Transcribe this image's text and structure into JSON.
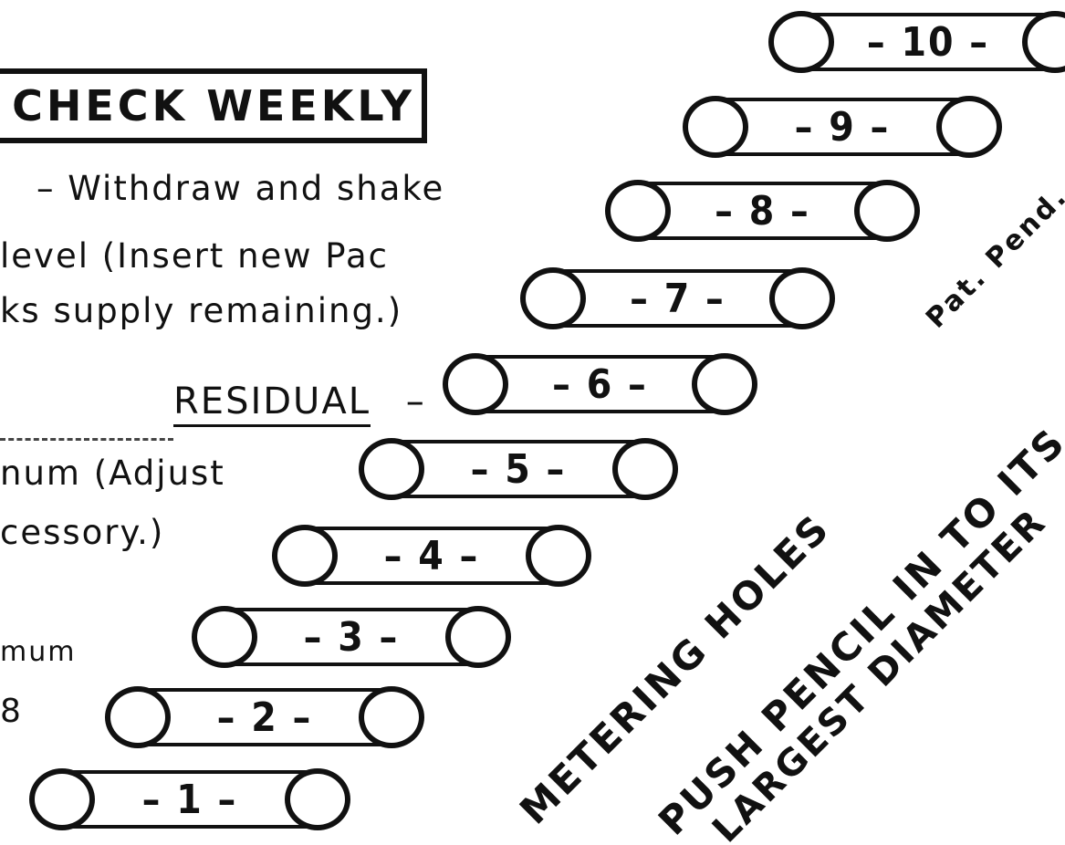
{
  "header": {
    "title": "CHECK WEEKLY"
  },
  "instructions": {
    "line1": "– Withdraw and shake",
    "line2": "level (Insert new Pac",
    "line3": "ks supply remaining.)",
    "residual_title": "RESIDUAL",
    "residual_dash": "–",
    "line4": "num (Adjust",
    "line5": "cessory.)",
    "line6": "mum",
    "line7": "8"
  },
  "metering_holes": [
    {
      "label": "– 1 –"
    },
    {
      "label": "– 2 –"
    },
    {
      "label": "– 3 –"
    },
    {
      "label": "– 4 –"
    },
    {
      "label": "– 5 –"
    },
    {
      "label": "– 6 –"
    },
    {
      "label": "– 7 –"
    },
    {
      "label": "– 8 –"
    },
    {
      "label": "– 9 –"
    },
    {
      "label": "– 10 –"
    }
  ],
  "labels": {
    "metering": "METERING HOLES",
    "push_line1": "PUSH PENCIL IN TO ITS",
    "push_line2": "LARGEST DIAMETER",
    "patent": "Pat. Pend."
  }
}
